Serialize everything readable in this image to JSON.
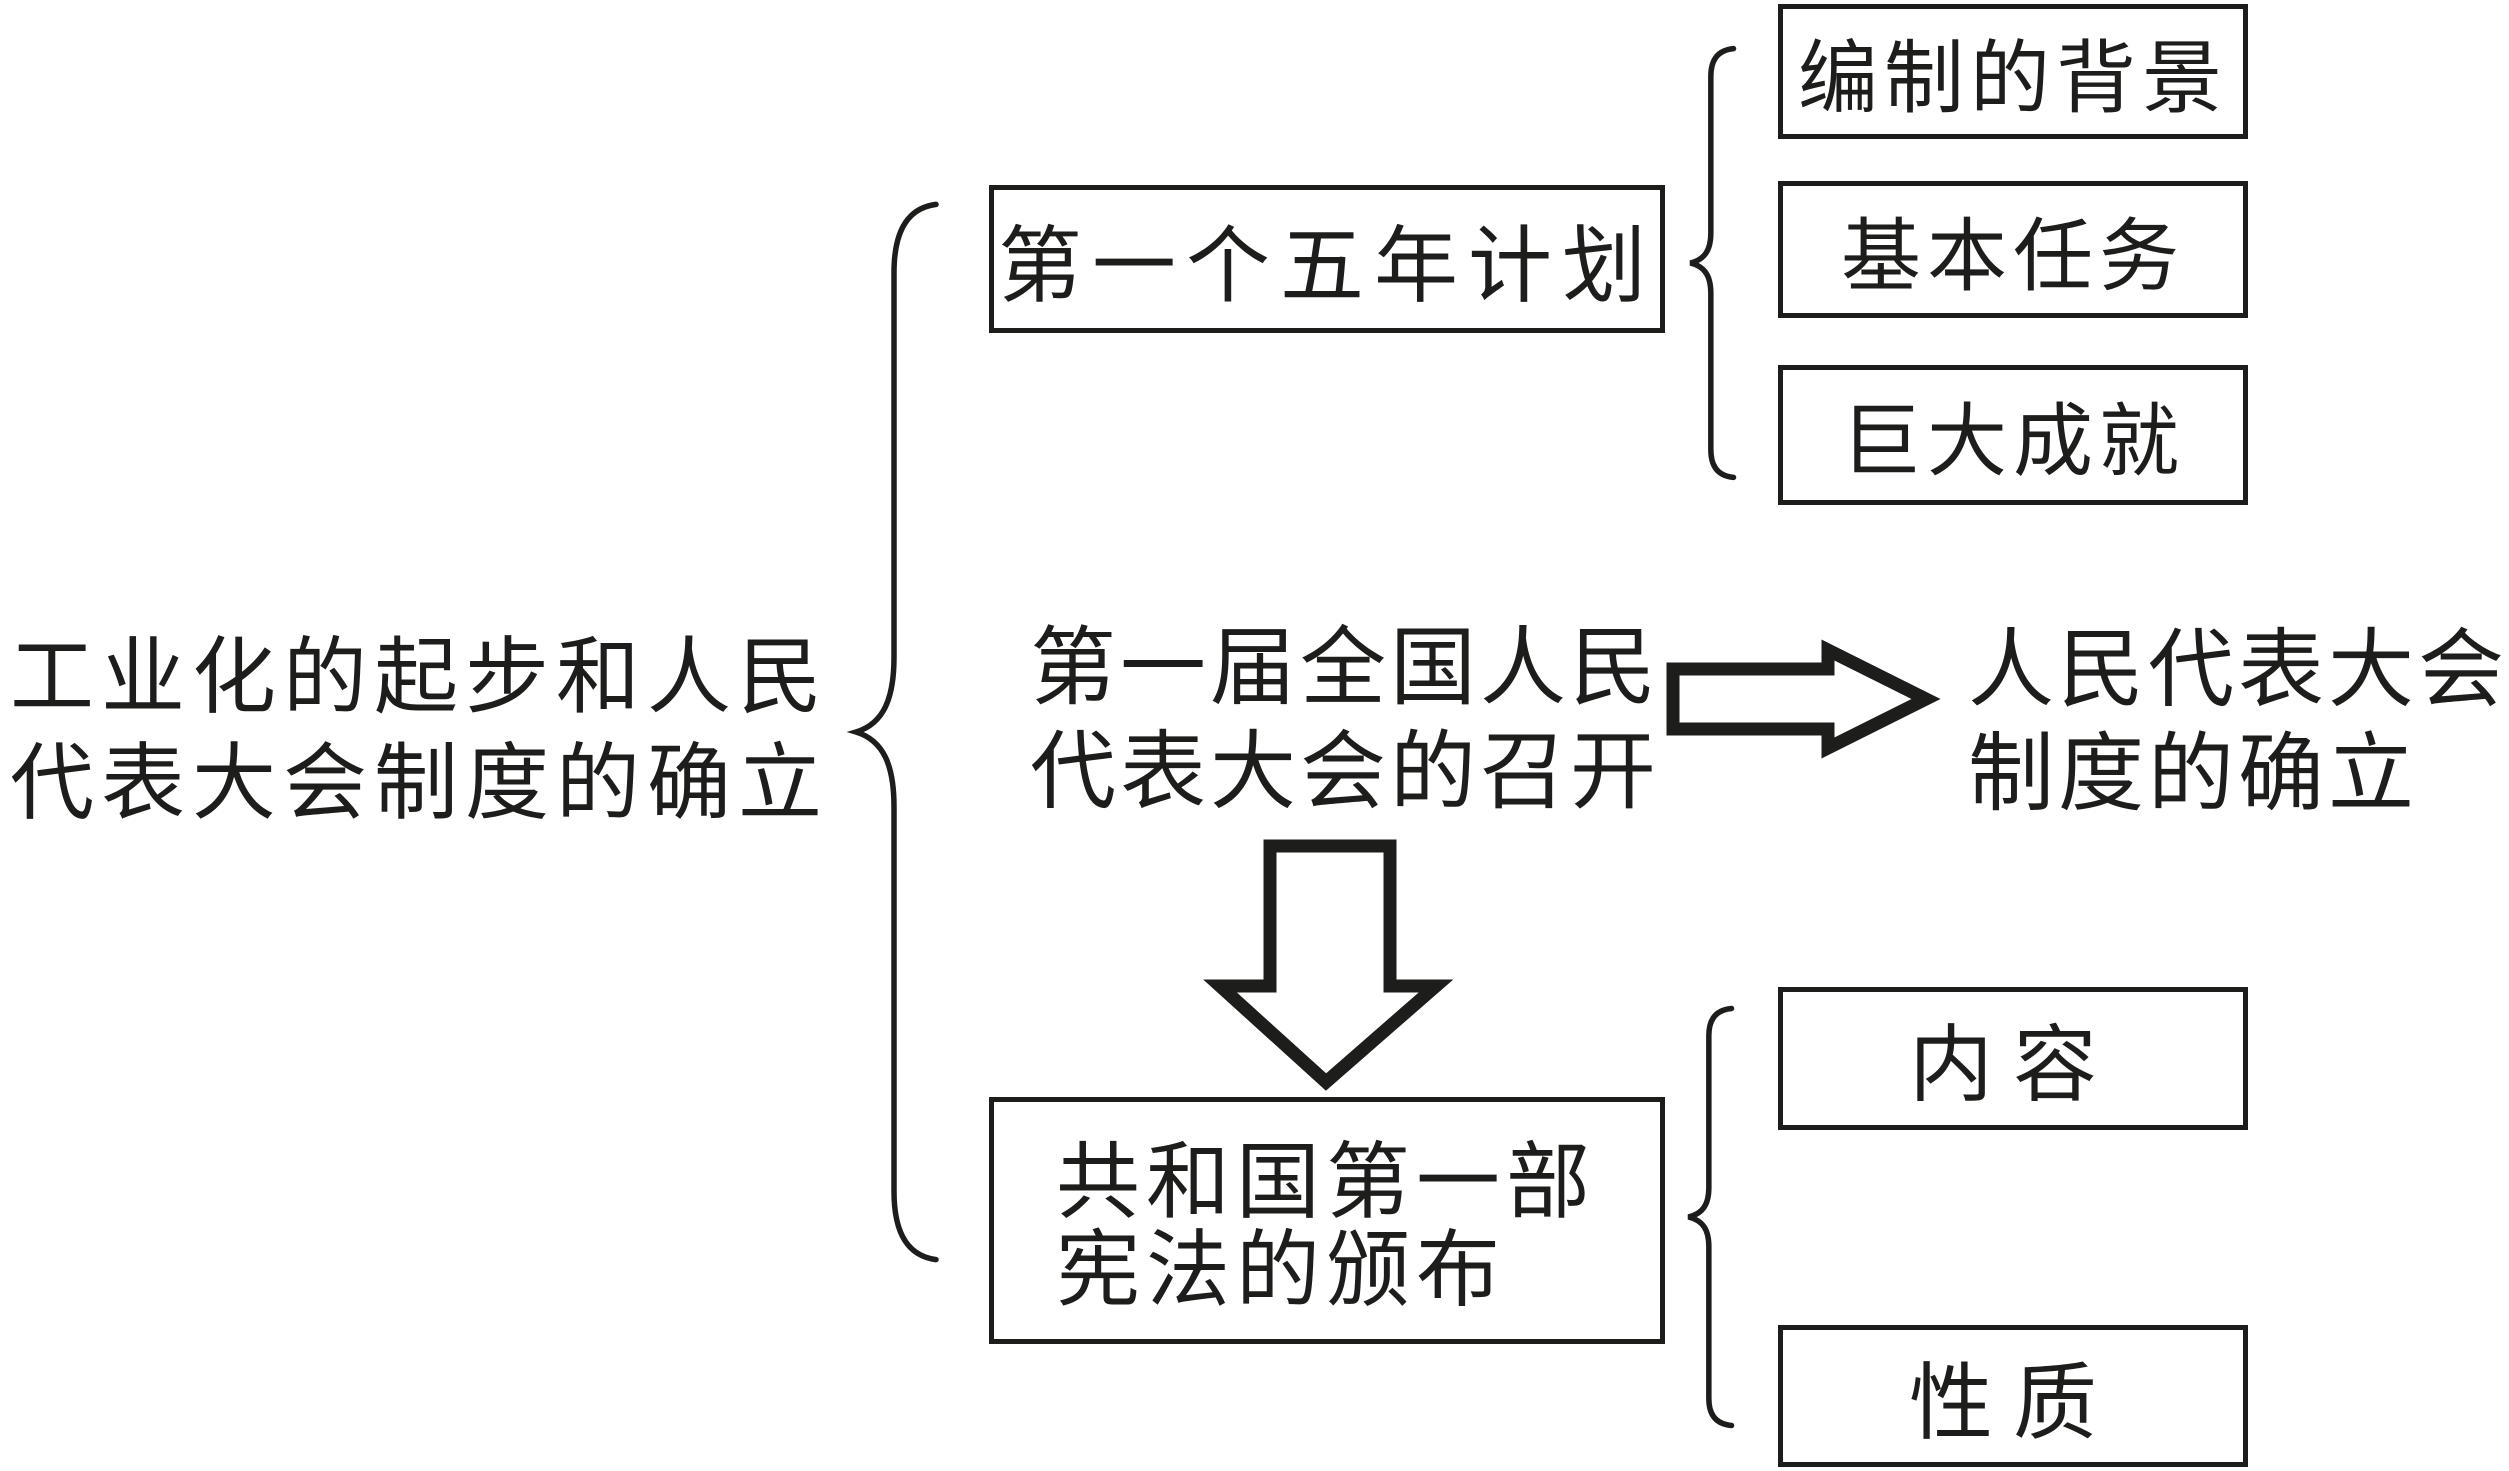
{
  "colors": {
    "ink": "#1d1d1b",
    "paper": "#ffffff"
  },
  "root": {
    "line1": "工业化的起步和人民",
    "line2": "代表大会制度的确立"
  },
  "five_year_plan": {
    "label": "第一个五年计划",
    "items": [
      {
        "label": "编制的背景"
      },
      {
        "label": "基本任务"
      },
      {
        "label": "巨大成就"
      }
    ]
  },
  "congress": {
    "line1": "第一届全国人民",
    "line2": "代表大会的召开",
    "outcome": {
      "line1": "人民代表大会",
      "line2": "制度的确立"
    }
  },
  "constitution": {
    "line1": "共和国第一部",
    "line2": "宪法的颁布",
    "items": [
      {
        "label": "内容"
      },
      {
        "label": "性质"
      }
    ]
  }
}
